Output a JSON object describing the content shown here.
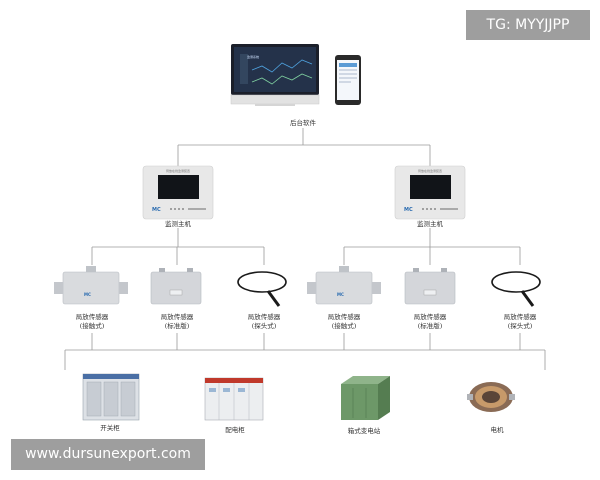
{
  "top": {
    "label": "后台软件",
    "monitor_screen_text": "监测系统"
  },
  "hosts": [
    {
      "label": "监测主机",
      "panel_text": "局放在线监测装置",
      "logo": "MC"
    },
    {
      "label": "监测主机",
      "panel_text": "局放在线监测装置",
      "logo": "MC"
    }
  ],
  "sensors": [
    {
      "line1": "局放传感器",
      "line2": "(接触式)",
      "kind": "contact"
    },
    {
      "line1": "局放传感器",
      "line2": "(标准版)",
      "kind": "standard"
    },
    {
      "line1": "局放传感器",
      "line2": "(探头式)",
      "kind": "probe"
    },
    {
      "line1": "局放传感器",
      "line2": "(接触式)",
      "kind": "contact"
    },
    {
      "line1": "局放传感器",
      "line2": "(标准版)",
      "kind": "standard"
    },
    {
      "line1": "局放传感器",
      "line2": "(探头式)",
      "kind": "probe"
    }
  ],
  "equipment": [
    {
      "label": "开关柜"
    },
    {
      "label": "配电柜"
    },
    {
      "label": "箱式变电站"
    },
    {
      "label": "电机"
    }
  ],
  "watermarks": {
    "top": "TG: MYYJJPP",
    "bottom": "www.dursunexport.com"
  }
}
